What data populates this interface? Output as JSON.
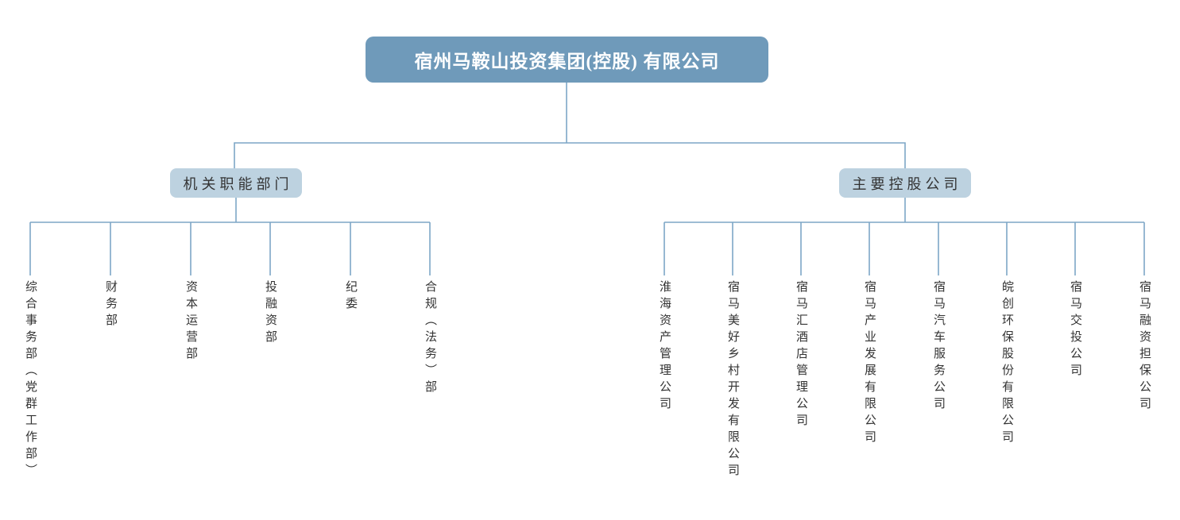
{
  "root": {
    "label": "宿州马鞍山投资集团(控股) 有限公司"
  },
  "branches": [
    {
      "label": "机关职能部门",
      "children": [
        "综合事务部（党群工作部）",
        "财务部",
        "资本运营部",
        "投融资部",
        "纪委",
        "合规（法务）部"
      ]
    },
    {
      "label": "主要控股公司",
      "children": [
        "淮海资产管理公司",
        "宿马美好乡村开发有限公司",
        "宿马汇酒店管理公司",
        "宿马产业发展有限公司",
        "宿马汽车服务公司",
        "皖创环保股份有限公司",
        "宿马交投公司",
        "宿马融资担保公司"
      ]
    }
  ],
  "colors": {
    "root_fill": "#6f9aba",
    "root_text": "#ffffff",
    "branch_fill": "#bdd2e0",
    "leaf_text": "#333333",
    "connector": "#7da6c6"
  }
}
